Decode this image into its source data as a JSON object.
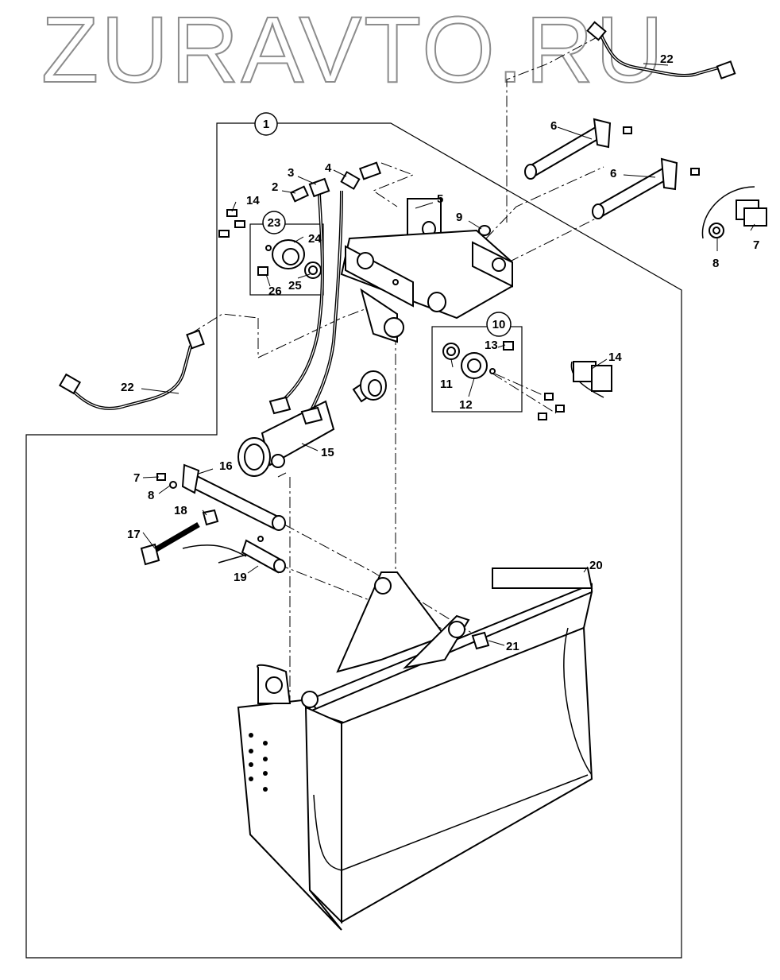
{
  "watermark": "ZURAVTO.RU",
  "groups": [
    {
      "id": "g1",
      "number": "1"
    },
    {
      "id": "g10",
      "number": "10"
    },
    {
      "id": "g23",
      "number": "23"
    }
  ],
  "callouts": [
    {
      "id": "c2",
      "text": "2"
    },
    {
      "id": "c3",
      "text": "3"
    },
    {
      "id": "c4",
      "text": "4"
    },
    {
      "id": "c5",
      "text": "5"
    },
    {
      "id": "c6a",
      "text": "6"
    },
    {
      "id": "c6b",
      "text": "6"
    },
    {
      "id": "c7a",
      "text": "7"
    },
    {
      "id": "c7b",
      "text": "7"
    },
    {
      "id": "c8a",
      "text": "8"
    },
    {
      "id": "c8b",
      "text": "8"
    },
    {
      "id": "c9",
      "text": "9"
    },
    {
      "id": "c11",
      "text": "11"
    },
    {
      "id": "c12",
      "text": "12"
    },
    {
      "id": "c13",
      "text": "13"
    },
    {
      "id": "c14a",
      "text": "14"
    },
    {
      "id": "c14b",
      "text": "14"
    },
    {
      "id": "c15",
      "text": "15"
    },
    {
      "id": "c16",
      "text": "16"
    },
    {
      "id": "c17",
      "text": "17"
    },
    {
      "id": "c18",
      "text": "18"
    },
    {
      "id": "c19",
      "text": "19"
    },
    {
      "id": "c20",
      "text": "20"
    },
    {
      "id": "c21",
      "text": "21"
    },
    {
      "id": "c22a",
      "text": "22"
    },
    {
      "id": "c22b",
      "text": "22"
    },
    {
      "id": "c24",
      "text": "24"
    },
    {
      "id": "c25",
      "text": "25"
    },
    {
      "id": "c26",
      "text": "26"
    }
  ]
}
